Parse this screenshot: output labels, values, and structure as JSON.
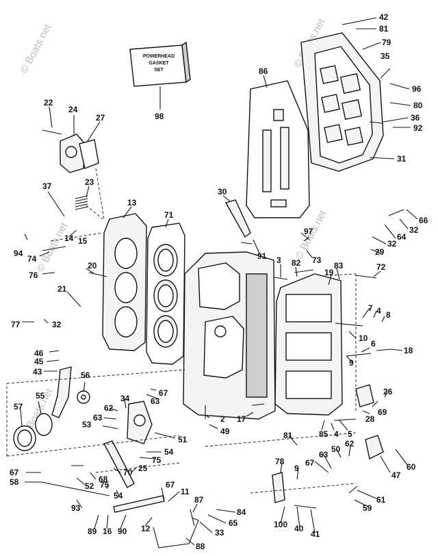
{
  "watermark": "© Boats.net",
  "gasket_set": {
    "line1": "POWERHEAD",
    "line2": "GASKET",
    "line3": "SET",
    "callout": "98"
  },
  "callouts": {
    "c42": "42",
    "c81a": "81",
    "c79": "79",
    "c35": "35",
    "c96": "96",
    "c80": "80",
    "c36": "36",
    "c92": "92",
    "c31": "31",
    "c86": "86",
    "c22": "22",
    "c24": "24",
    "c27": "27",
    "c23": "23",
    "c37": "37",
    "c13": "13",
    "c71": "71",
    "c30": "30",
    "c14": "14",
    "c15": "15",
    "c94": "94",
    "c74": "74",
    "c76": "76",
    "c20": "20",
    "c21": "21",
    "c91": "91",
    "c3": "3",
    "c97": "97",
    "c73": "73",
    "c82": "82",
    "c83": "83",
    "c19": "19",
    "c72": "72",
    "c66": "66",
    "c32a": "32",
    "c64": "64",
    "c32b": "32",
    "c29": "29",
    "c77": "77",
    "c32c": "32",
    "c46": "46",
    "c45": "45",
    "c43": "43",
    "c56": "56",
    "c7": "7",
    "c4a": "4",
    "c8": "8",
    "c10": "10",
    "c6": "6",
    "c9a": "9",
    "c18": "18",
    "c55": "55",
    "c57": "57",
    "c62a": "62",
    "c34": "34",
    "c63a": "63",
    "c67a": "67",
    "c63b": "63",
    "c53": "53",
    "c51": "51",
    "c2": "2",
    "c17": "17",
    "c49": "49",
    "c26": "26",
    "c69": "69",
    "c28": "28",
    "c4b": "4",
    "c5": "5",
    "c85": "85",
    "c81b": "81",
    "c54a": "54",
    "c75a": "75",
    "c25": "25",
    "c70": "70",
    "c68": "68",
    "c52": "52",
    "c75b": "75",
    "c54b": "54",
    "c67b": "67",
    "c58": "58",
    "c93": "93",
    "c11": "11",
    "c67c": "67",
    "c87": "87",
    "c89": "89",
    "c16": "16",
    "c90": "90",
    "c12": "12",
    "c84": "84",
    "c65": "65",
    "c33": "33",
    "c88": "88",
    "c78": "78",
    "c9b": "9",
    "c50": "50",
    "c62b": "62",
    "c63c": "63",
    "c67d": "67",
    "c47": "47",
    "c60": "60",
    "c61": "61",
    "c59": "59",
    "c100": "100",
    "c40": "40",
    "c41": "41"
  }
}
